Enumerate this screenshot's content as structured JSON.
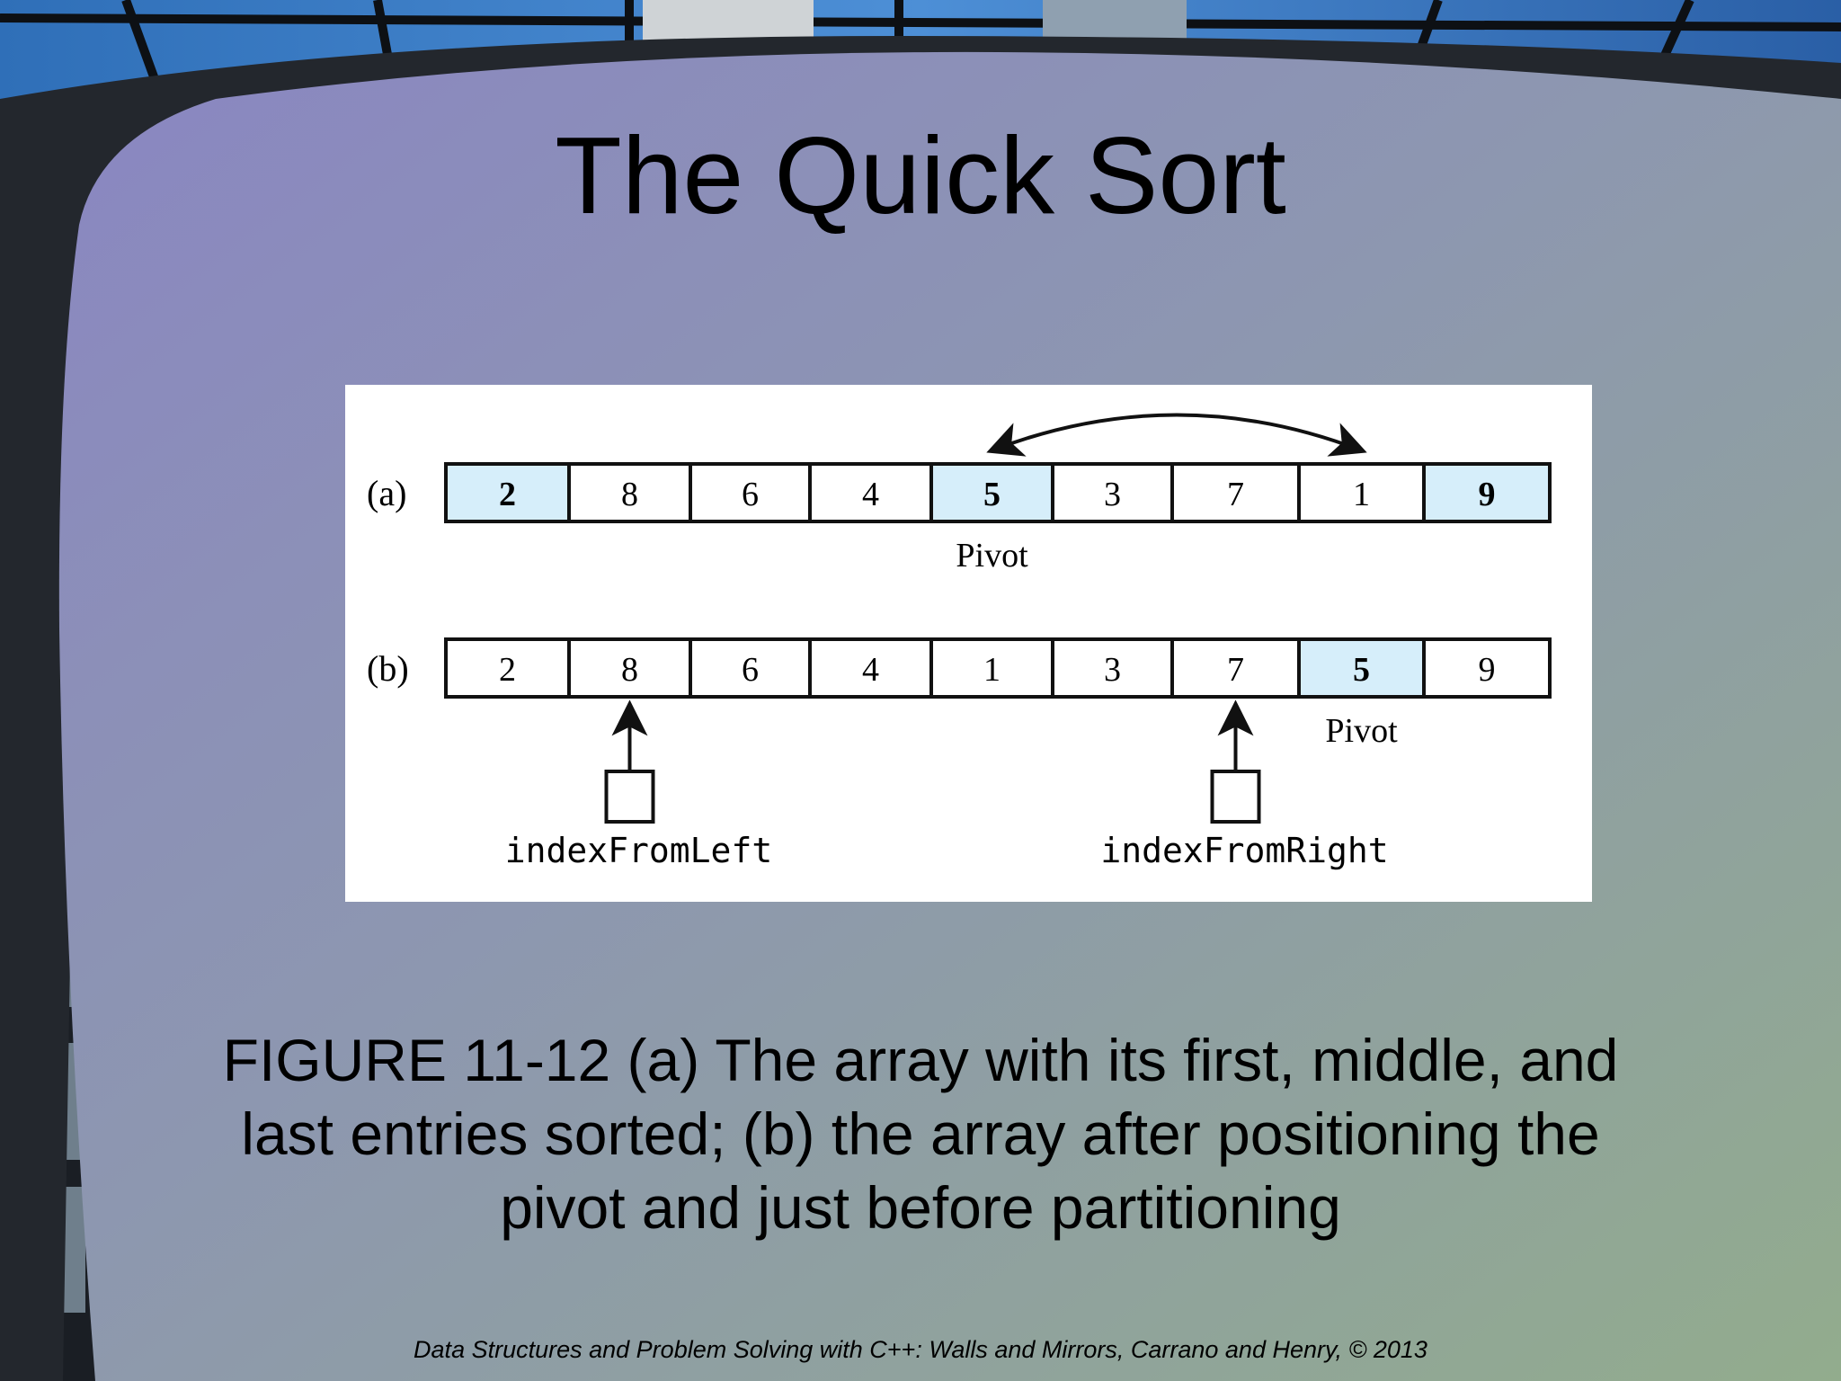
{
  "slide": {
    "title": "The Quick Sort",
    "caption": "FIGURE 11-12 (a) The array with its first, middle, and last entries sorted; (b) the array after positioning the pivot and just before partitioning",
    "footer": "Data Structures and Problem Solving with C++: Walls and Mirrors, Carrano and Henry, ©  2013"
  },
  "colors": {
    "highlight_cell": "#d6eefa",
    "slide_gradient_start": "#8a8cc0",
    "slide_gradient_end": "#8faa8c"
  },
  "figure": {
    "row_a": {
      "label": "(a)",
      "values": [
        "2",
        "8",
        "6",
        "4",
        "5",
        "3",
        "7",
        "1",
        "9"
      ],
      "highlighted": [
        0,
        4,
        8
      ],
      "bold": [
        0,
        4,
        8
      ],
      "pivot_index": 4,
      "pivot_label": "Pivot",
      "swap_arrow_between": [
        4,
        7
      ]
    },
    "row_b": {
      "label": "(b)",
      "values": [
        "2",
        "8",
        "6",
        "4",
        "1",
        "3",
        "7",
        "5",
        "9"
      ],
      "highlighted": [
        7
      ],
      "bold": [
        7
      ],
      "pivot_index": 7,
      "pivot_label": "Pivot",
      "index_markers": [
        {
          "label": "indexFromLeft",
          "cell": 1
        },
        {
          "label": "indexFromRight",
          "cell": 6
        }
      ]
    }
  }
}
